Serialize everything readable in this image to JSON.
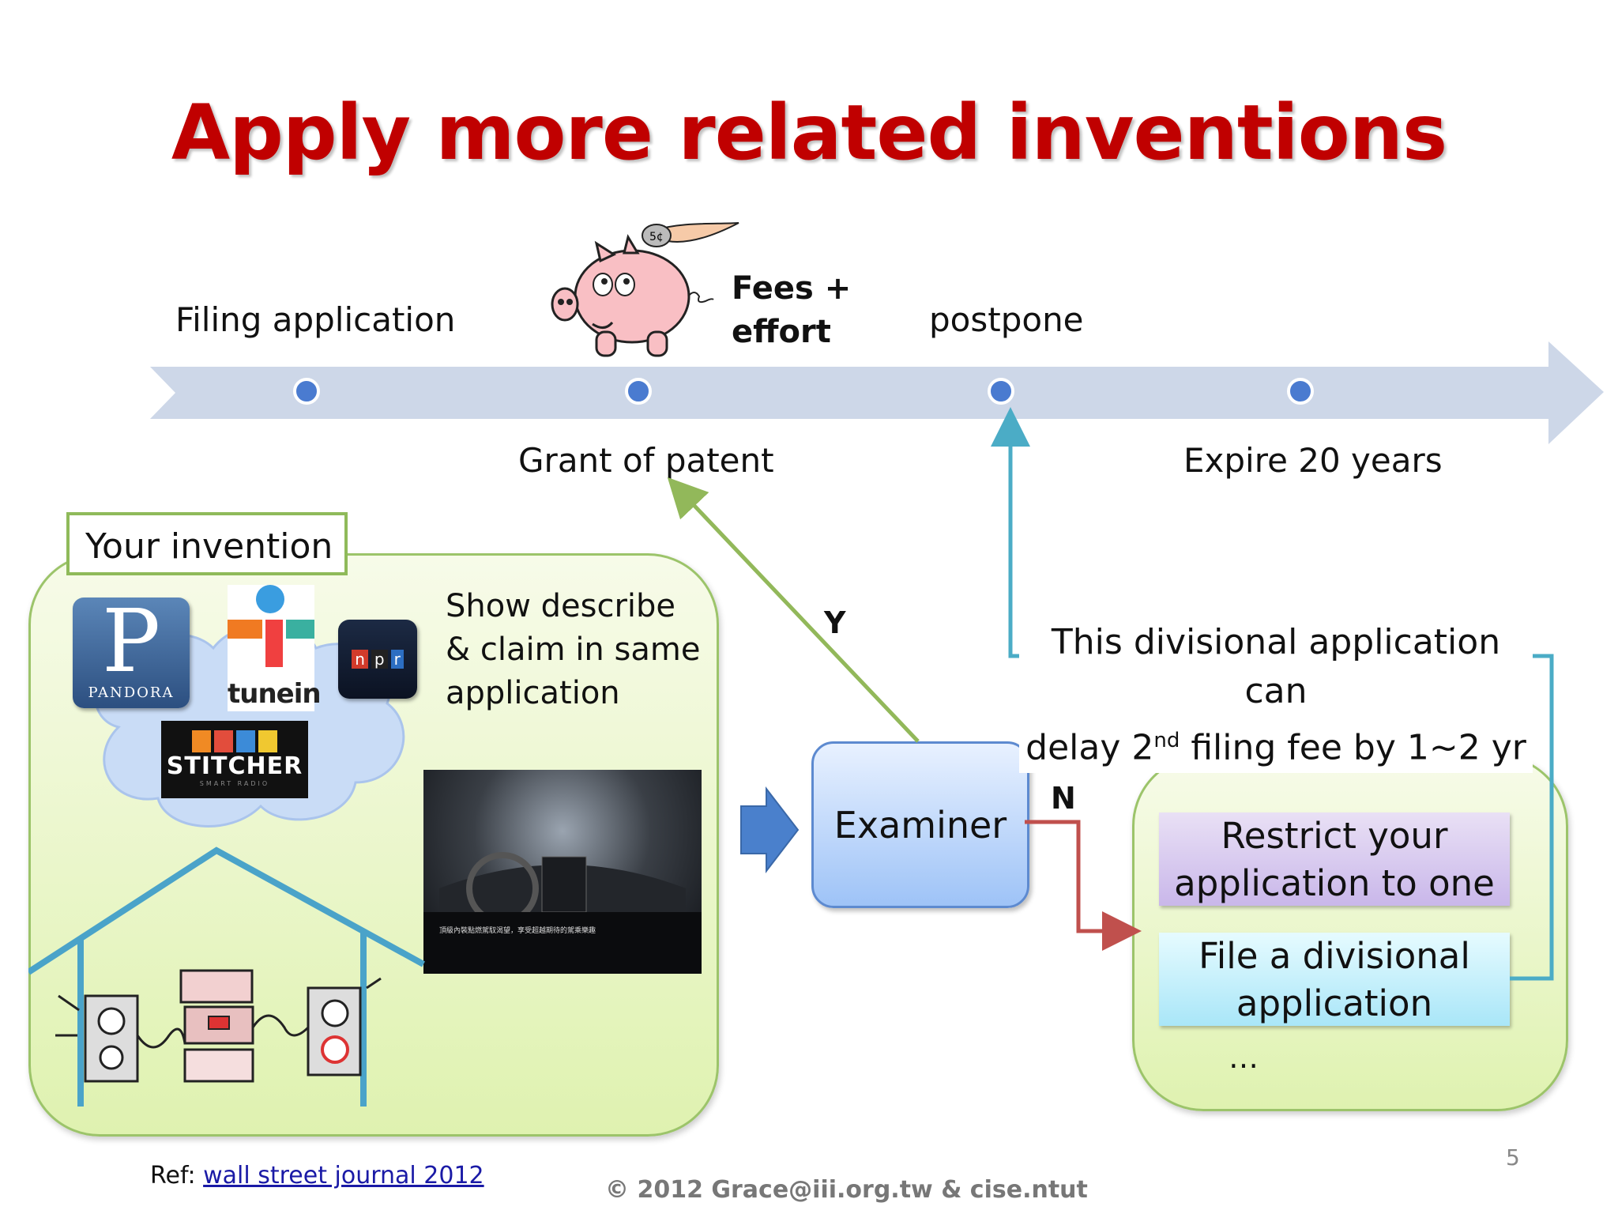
{
  "title": "Apply more related inventions",
  "timeline": {
    "above": [
      "Filing application",
      "postpone"
    ],
    "fees_label": [
      "Fees +",
      "effort"
    ],
    "below": [
      "Grant of patent",
      "Expire 20 years"
    ],
    "piggy_coin": "5¢"
  },
  "invention": {
    "tag": "Your invention",
    "note": [
      "Show describe",
      "& claim in same",
      "application"
    ],
    "logos": [
      "PANDORA",
      "tunein",
      "npr",
      "STITCHER"
    ],
    "logo_sub": "SMART RADIO",
    "pandora_letter": "P",
    "car_caption": "頂級內裝點燃駕馭渴望，享受超越期待的駕乘樂趣"
  },
  "flow": {
    "examiner": "Examiner",
    "yes": "Y",
    "no": "N",
    "divisional_note": [
      "This divisional application can",
      "delay 2",
      "nd",
      " filing fee by 1~2 yr"
    ]
  },
  "options": {
    "restrict": [
      "Restrict your",
      "application to one"
    ],
    "divisional": [
      "File a divisional",
      "application"
    ],
    "more": "…"
  },
  "footer": {
    "ref_prefix": "Ref: ",
    "ref_link": "wall street journal 2012",
    "copyright": "© 2012 Grace@iii.org.tw & cise.ntut",
    "page": "5"
  },
  "colors": {
    "title": "#c00000",
    "timeline": "#cdd7e8",
    "node": "#4a7bd0",
    "yes_arrow": "#92b85a",
    "no_arrow": "#c0504d",
    "divisional_arrow": "#4bacc6"
  }
}
